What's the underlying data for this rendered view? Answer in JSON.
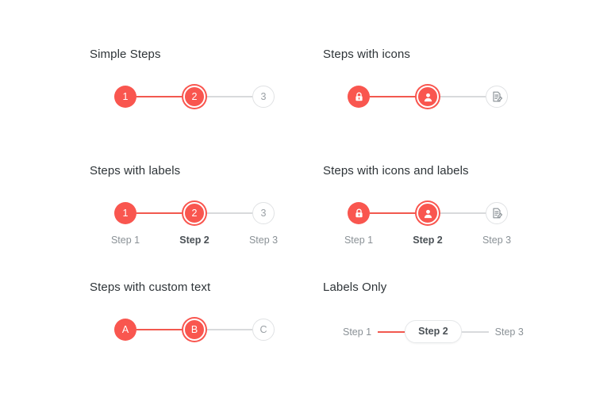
{
  "accent": "#f9564f",
  "connector_done_color": "#f2594f",
  "connector_todo_color": "#d8dadc",
  "blocks": [
    {
      "title": "Simple Steps",
      "steps": [
        {
          "text": "1",
          "state": "done"
        },
        {
          "text": "2",
          "state": "active"
        },
        {
          "text": "3",
          "state": "todo"
        }
      ]
    },
    {
      "title": "Steps with icons",
      "steps": [
        {
          "icon": "lock-icon",
          "state": "done"
        },
        {
          "icon": "user-icon",
          "state": "active"
        },
        {
          "icon": "document-edit-icon",
          "state": "todo"
        }
      ]
    },
    {
      "title": "Steps with labels",
      "steps": [
        {
          "text": "1",
          "state": "done",
          "label": "Step 1"
        },
        {
          "text": "2",
          "state": "active",
          "label": "Step 2"
        },
        {
          "text": "3",
          "state": "todo",
          "label": "Step 3"
        }
      ]
    },
    {
      "title": "Steps with icons and labels",
      "steps": [
        {
          "icon": "lock-icon",
          "state": "done",
          "label": "Step 1"
        },
        {
          "icon": "user-icon",
          "state": "active",
          "label": "Step 2"
        },
        {
          "icon": "document-edit-icon",
          "state": "todo",
          "label": "Step 3"
        }
      ]
    },
    {
      "title": "Steps with custom text",
      "steps": [
        {
          "text": "A",
          "state": "done"
        },
        {
          "text": "B",
          "state": "active"
        },
        {
          "text": "C",
          "state": "todo"
        }
      ]
    },
    {
      "title": "Labels Only",
      "labels_only": [
        {
          "text": "Step 1",
          "state": "done"
        },
        {
          "text": "Step 2",
          "state": "active"
        },
        {
          "text": "Step 3",
          "state": "todo"
        }
      ]
    }
  ]
}
